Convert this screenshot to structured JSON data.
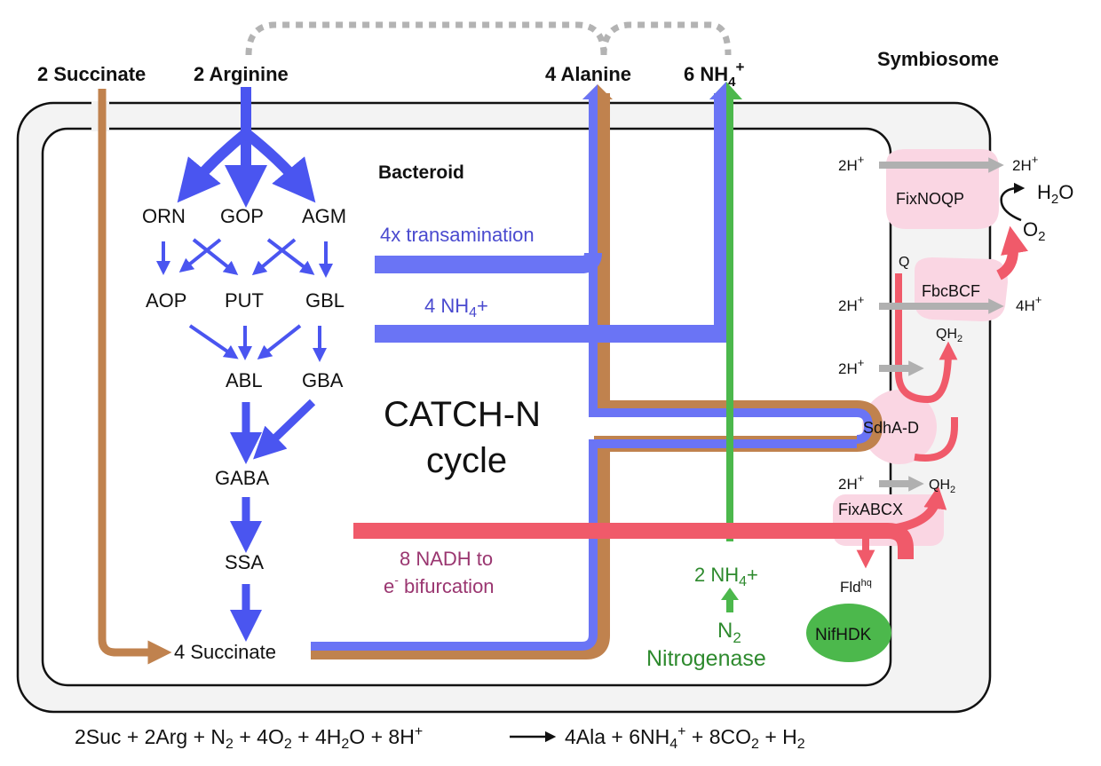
{
  "colors": {
    "arginine_path": "#4a55f0",
    "cycle_blue": "#6a74f5",
    "succinate_brown": "#c0824e",
    "nadh_red": "#f05a6a",
    "nitrogen_green": "#4cb84c",
    "enzyme_pink": "#fad6e3",
    "membrane_fill": "#f3f3f3",
    "proton_gray": "#b0b0b0",
    "dotted_gray": "#b3b3b3",
    "transamination_text": "#4a4acf",
    "nadh_text": "#9a3670",
    "nitrogenase_text": "#2e8a2e"
  },
  "top_labels": {
    "succinate_in": "2 Succinate",
    "arginine_in": "2 Arginine",
    "alanine_out": "4 Alanine",
    "ammonium_out": "6 NH",
    "ammonium_out_sub": "4",
    "ammonium_out_sup": "+",
    "symbiosome": "Symbiosome"
  },
  "compartments": {
    "bacteroid": "Bacteroid"
  },
  "metabolites": {
    "orn": "ORN",
    "gop": "GOP",
    "agm": "AGM",
    "aop": "AOP",
    "put": "PUT",
    "gbl": "GBL",
    "abl": "ABL",
    "gba": "GBA",
    "gaba": "GABA",
    "ssa": "SSA",
    "succinate_4": "4 Succinate"
  },
  "cycle": {
    "title_line1": "CATCH-N",
    "title_line2": "cycle",
    "transamination": "4x transamination",
    "ammonium_label": "4 NH",
    "ammonium_sub": "4",
    "ammonium_sup": "+",
    "nadh_line1": "8 NADH to",
    "nadh_line2_pre": "e",
    "nadh_line2_sup": "-",
    "nadh_line2_post": " bifurcation"
  },
  "nitrogenase": {
    "product": "2 NH",
    "product_sub": "4",
    "product_sup": "+",
    "substrate": "N",
    "substrate_sub": "2",
    "enzyme_label": "Nitrogenase",
    "complex": "NifHDK",
    "fld": "Fld",
    "fld_sup": "hq"
  },
  "membrane": {
    "fixnoqp": "FixNOQP",
    "fbcbcf": "FbcBCF",
    "sdha_d": "SdhA-D",
    "fixabcx": "FixABCX",
    "q": "Q",
    "qh2": "QH",
    "qh2_sub": "2",
    "h2o": "H",
    "h2o_sub": "2",
    "h2o_post": "O",
    "o2": "O",
    "o2_sub": "2",
    "proton_2h": "2H",
    "proton_4h": "4H",
    "proton_sup": "+"
  },
  "equation": {
    "lhs": "2Suc + 2Arg + N",
    "lhs_n2_sub": "2",
    "lhs_2": " + 4O",
    "lhs_o2_sub": "2",
    "lhs_3": " + 4H",
    "lhs_h2o_sub": "2",
    "lhs_4": "O + 8H",
    "lhs_h_sup": "+",
    "rhs_1": "4Ala + 6NH",
    "rhs_nh4_sub": "4",
    "rhs_nh4_sup": "+",
    "rhs_2": " + 8CO",
    "rhs_co2_sub": "2",
    "rhs_3": " + H",
    "rhs_h2_sub": "2"
  }
}
